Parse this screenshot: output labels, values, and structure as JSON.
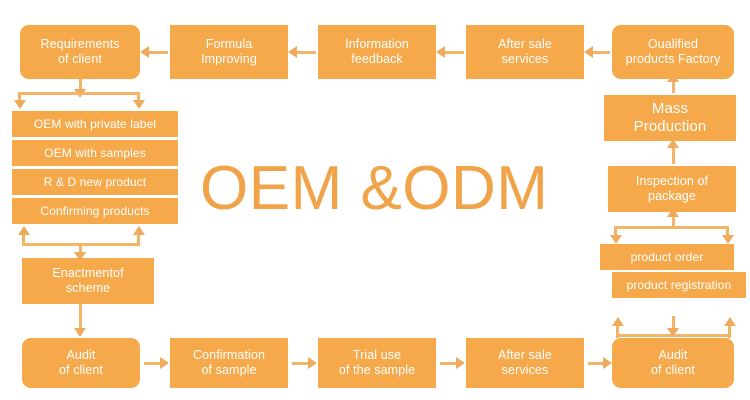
{
  "diagram": {
    "title": "OEM &ODM",
    "accent_color": "#f5a94b",
    "line_color": "#f3b467",
    "text_color": "#ffffff",
    "title_color": "#f0a348",
    "background": "#ffffff"
  },
  "top_row": [
    {
      "label": "Requirements\nof client",
      "shape": "rounded"
    },
    {
      "label": "Formula\nImproving",
      "shape": "rect"
    },
    {
      "label": "Information\nfeedback",
      "shape": "rect"
    },
    {
      "label": "After sale\nservices",
      "shape": "rect"
    },
    {
      "label": "Oualified\nproducts Factory",
      "shape": "rounded"
    }
  ],
  "option_list": [
    {
      "label": "OEM with private label"
    },
    {
      "label": "OEM with samples"
    },
    {
      "label": "R & D new product"
    },
    {
      "label": "Confirming products"
    }
  ],
  "left_column": [
    {
      "label": "Enactmentof\nscheme",
      "shape": "rect"
    }
  ],
  "right_column": [
    {
      "label": "Mass\nProduction",
      "shape": "rect"
    },
    {
      "label": "Inspection of\npackage",
      "shape": "rect"
    }
  ],
  "right_list": [
    {
      "label": "product order"
    },
    {
      "label": "product registration"
    }
  ],
  "bottom_row": [
    {
      "label": "Audit\nof client",
      "shape": "rounded"
    },
    {
      "label": "Confirmation\nof sample",
      "shape": "rect"
    },
    {
      "label": "Trial use\nof the sample",
      "shape": "rect"
    },
    {
      "label": "After sale\nservices",
      "shape": "rect"
    },
    {
      "label": "Audit\nof client",
      "shape": "rounded"
    }
  ],
  "connectors": {
    "top_flow_direction": "right-to-left",
    "bottom_flow_direction": "left-to-right",
    "right_flow_direction": "bottom-to-top"
  }
}
